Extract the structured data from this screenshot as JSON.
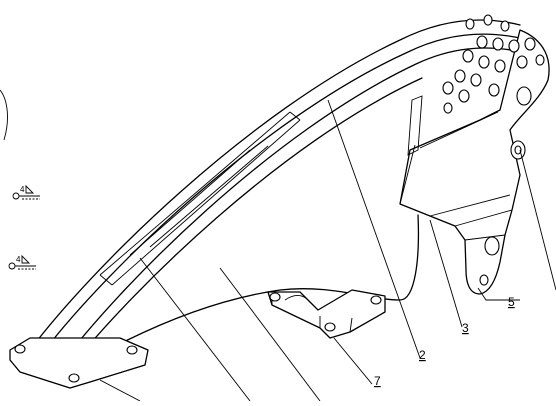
{
  "drawing": {
    "part_labels": [
      "2",
      "3",
      "5",
      "7"
    ],
    "weld_symbols": [
      {
        "size": "4",
        "symbol": "fillet-weld"
      },
      {
        "size": "4",
        "symbol": "fillet-weld"
      }
    ]
  }
}
